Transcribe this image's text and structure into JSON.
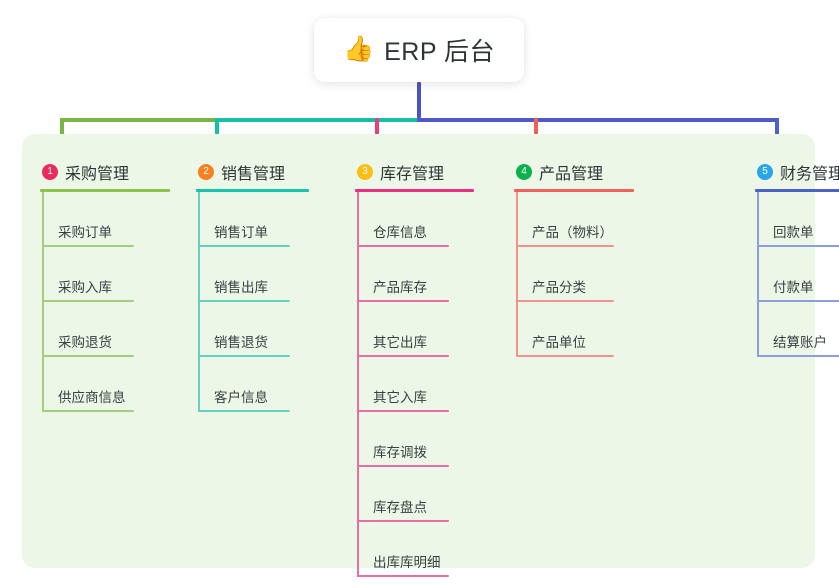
{
  "root": {
    "icon": "thumbs-up-emoji",
    "emoji": "👍",
    "title": "ERP 后台"
  },
  "colors": {
    "panel_bg": "#edf7e7",
    "trunk": "#4a55c4",
    "bar_green": "#79b544",
    "bar_teal": "#15bfa5",
    "bar_purple": "#5159c9",
    "drop_green": "#79b544",
    "drop_teal": "#15bfa5",
    "drop_pink": "#ea3d7f",
    "drop_red": "#f2605c",
    "drop_blue": "#4a63c8"
  },
  "columns": [
    {
      "number": "1",
      "title": "采购管理",
      "badge_color": "#ec2a5e",
      "rule_color": "#8ac44a",
      "line_color": "#a6cc7e",
      "items": [
        {
          "label": "采购订单"
        },
        {
          "label": "采购入库"
        },
        {
          "label": "采购退货"
        },
        {
          "label": "供应商信息"
        }
      ]
    },
    {
      "number": "2",
      "title": "销售管理",
      "badge_color": "#f5811f",
      "rule_color": "#16c4ab",
      "line_color": "#66cfc0",
      "items": [
        {
          "label": "销售订单"
        },
        {
          "label": "销售出库"
        },
        {
          "label": "销售退货"
        },
        {
          "label": "客户信息"
        }
      ]
    },
    {
      "number": "3",
      "title": "库存管理",
      "badge_color": "#fcbe14",
      "rule_color": "#ec2f82",
      "line_color": "#e670a4",
      "items": [
        {
          "label": "仓库信息"
        },
        {
          "label": "产品库存"
        },
        {
          "label": "其它出库"
        },
        {
          "label": "其它入库"
        },
        {
          "label": "库存调拨"
        },
        {
          "label": "库存盘点"
        },
        {
          "label": "出库库明细"
        }
      ]
    },
    {
      "number": "4",
      "title": "产品管理",
      "badge_color": "#0cb14b",
      "rule_color": "#f4605c",
      "line_color": "#f2938e",
      "items": [
        {
          "label": "产品（物料）"
        },
        {
          "label": "产品分类"
        },
        {
          "label": "产品单位"
        }
      ]
    },
    {
      "number": "5",
      "title": "财务管理",
      "badge_color": "#29a6e8",
      "rule_color": "#4a63c8",
      "line_color": "#8e9ddb",
      "items": [
        {
          "label": "回款单"
        },
        {
          "label": "付款单"
        },
        {
          "label": "结算账户"
        }
      ]
    }
  ]
}
